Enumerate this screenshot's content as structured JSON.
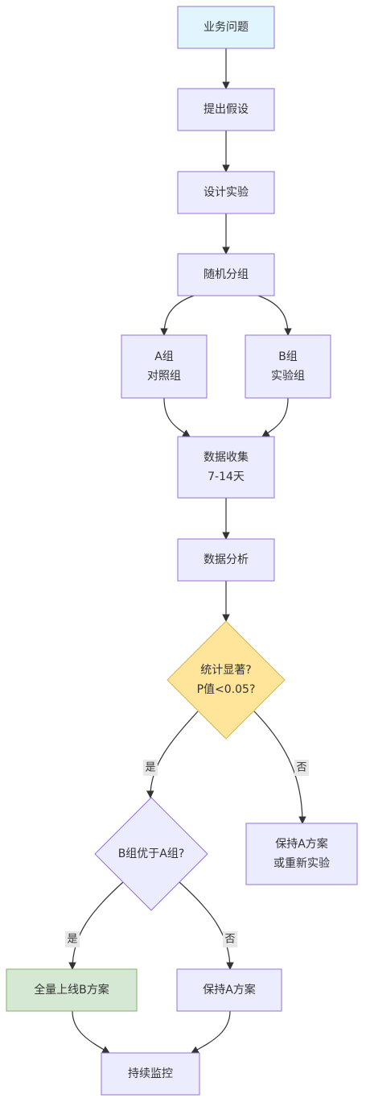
{
  "colors": {
    "default_fill": "#ECECFF",
    "default_stroke": "#9370DB",
    "start_fill": "#E1F5FE",
    "decision_fill": "#FFE599",
    "decision_stroke": "#D6B656",
    "success_fill": "#D5E8D4",
    "success_stroke": "#82B366",
    "edge": "#333333",
    "label_bg": "#E8E8E8"
  },
  "nodes": {
    "business_problem": {
      "lines": [
        "业务问题"
      ]
    },
    "propose_hypothesis": {
      "lines": [
        "提出假设"
      ]
    },
    "design_experiment": {
      "lines": [
        "设计实验"
      ]
    },
    "random_grouping": {
      "lines": [
        "随机分组"
      ]
    },
    "group_a": {
      "lines": [
        "A组",
        "对照组"
      ]
    },
    "group_b": {
      "lines": [
        "B组",
        "实验组"
      ]
    },
    "data_collection": {
      "lines": [
        "数据收集",
        "7-14天"
      ]
    },
    "data_analysis": {
      "lines": [
        "数据分析"
      ]
    },
    "significance_check": {
      "lines": [
        "统计显著?",
        "P值<0.05?"
      ]
    },
    "b_better_check": {
      "lines": [
        "B组优于A组?"
      ]
    },
    "keep_a_or_retest": {
      "lines": [
        "保持A方案",
        "或重新实验"
      ]
    },
    "launch_b": {
      "lines": [
        "全量上线B方案"
      ]
    },
    "keep_a": {
      "lines": [
        "保持A方案"
      ]
    },
    "monitor": {
      "lines": [
        "持续监控"
      ]
    }
  },
  "edge_labels": {
    "significant_yes": "是",
    "significant_no": "否",
    "b_better_yes": "是",
    "b_better_no": "否"
  }
}
